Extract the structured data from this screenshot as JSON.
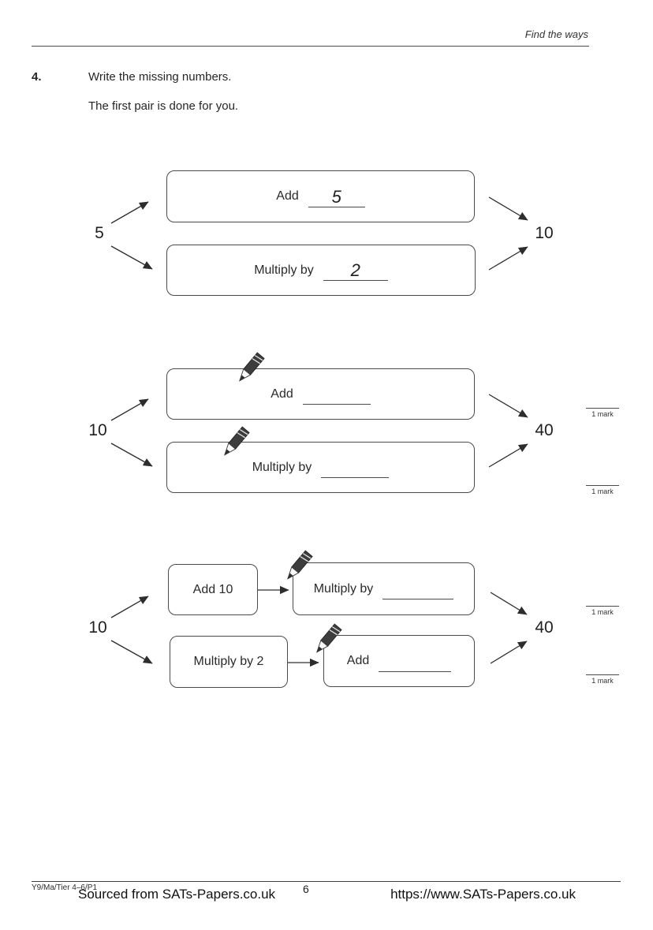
{
  "header": {
    "section_title": "Find the ways"
  },
  "question": {
    "number": "4.",
    "prompt": "Write the missing numbers.",
    "note": "The first pair is done for you."
  },
  "diagram1": {
    "input": "5",
    "output": "10",
    "top_box": {
      "label": "Add",
      "answer": "5"
    },
    "bottom_box": {
      "label": "Multiply by",
      "answer": "2"
    }
  },
  "diagram2": {
    "input": "10",
    "output": "40",
    "top_box": {
      "label": "Add",
      "answer": ""
    },
    "bottom_box": {
      "label": "Multiply by",
      "answer": ""
    }
  },
  "diagram3": {
    "input": "10",
    "output": "40",
    "top_row": {
      "step1": "Add 10",
      "step2_label": "Multiply by",
      "answer": ""
    },
    "bottom_row": {
      "step1": "Multiply by 2",
      "step2_label": "Add",
      "answer": ""
    }
  },
  "marks": {
    "label": "1 mark"
  },
  "footer": {
    "paper_code": "Y9/Ma/Tier 4–6/P1",
    "source_note": "Sourced from SATs-Papers.co.uk",
    "page_number": "6",
    "website": "https://www.SATs-Papers.co.uk"
  }
}
